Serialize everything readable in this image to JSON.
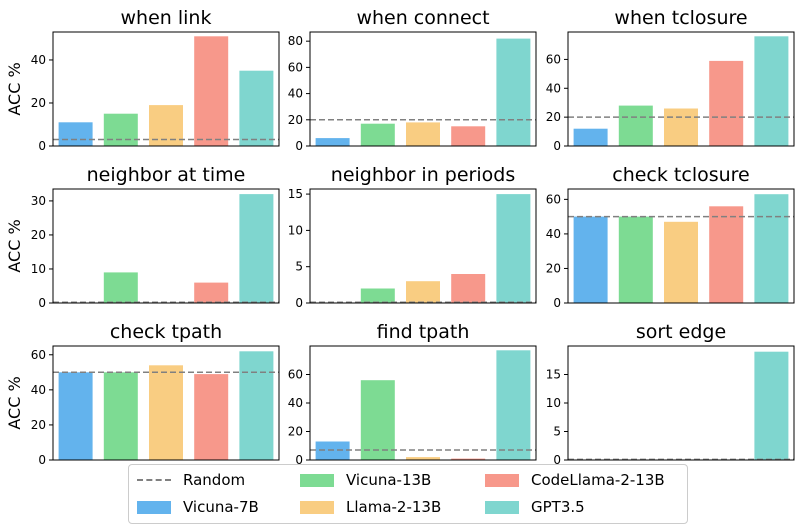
{
  "chart_data": [
    {
      "type": "bar",
      "title": "when link",
      "ylabel": "ACC %",
      "ylim": [
        0,
        53
      ],
      "yticks": [
        0,
        20,
        40
      ],
      "random": 3,
      "categories": [
        "Vicuna-7B",
        "Vicuna-13B",
        "Llama-2-13B",
        "CodeLlama-2-13B",
        "GPT3.5"
      ],
      "values": [
        11,
        15,
        19,
        51,
        35
      ]
    },
    {
      "type": "bar",
      "title": "when connect",
      "ylabel": "",
      "ylim": [
        0,
        87
      ],
      "yticks": [
        0,
        20,
        40,
        60,
        80
      ],
      "random": 20,
      "categories": [
        "Vicuna-7B",
        "Vicuna-13B",
        "Llama-2-13B",
        "CodeLlama-2-13B",
        "GPT3.5"
      ],
      "values": [
        6,
        17,
        18,
        15,
        82
      ]
    },
    {
      "type": "bar",
      "title": "when tclosure",
      "ylabel": "",
      "ylim": [
        0,
        79
      ],
      "yticks": [
        0,
        20,
        40,
        60
      ],
      "random": 20,
      "categories": [
        "Vicuna-7B",
        "Vicuna-13B",
        "Llama-2-13B",
        "CodeLlama-2-13B",
        "GPT3.5"
      ],
      "values": [
        12,
        28,
        26,
        59,
        76
      ]
    },
    {
      "type": "bar",
      "title": "neighbor at time",
      "ylabel": "ACC %",
      "ylim": [
        0,
        33.5
      ],
      "yticks": [
        0,
        10,
        20,
        30
      ],
      "random": 0.2,
      "categories": [
        "Vicuna-7B",
        "Vicuna-13B",
        "Llama-2-13B",
        "CodeLlama-2-13B",
        "GPT3.5"
      ],
      "values": [
        0,
        9,
        0,
        6,
        32
      ]
    },
    {
      "type": "bar",
      "title": "neighbor in periods",
      "ylabel": "",
      "ylim": [
        0,
        15.7
      ],
      "yticks": [
        0,
        5,
        10,
        15
      ],
      "random": 0.1,
      "categories": [
        "Vicuna-7B",
        "Vicuna-13B",
        "Llama-2-13B",
        "CodeLlama-2-13B",
        "GPT3.5"
      ],
      "values": [
        0,
        2,
        3,
        4,
        15
      ]
    },
    {
      "type": "bar",
      "title": "check tclosure",
      "ylabel": "",
      "ylim": [
        0,
        66
      ],
      "yticks": [
        0,
        20,
        40,
        60
      ],
      "random": 50,
      "categories": [
        "Vicuna-7B",
        "Vicuna-13B",
        "Llama-2-13B",
        "CodeLlama-2-13B",
        "GPT3.5"
      ],
      "values": [
        50,
        50,
        47,
        56,
        63
      ]
    },
    {
      "type": "bar",
      "title": "check tpath",
      "ylabel": "ACC %",
      "ylim": [
        0,
        65
      ],
      "yticks": [
        0,
        20,
        40,
        60
      ],
      "random": 50,
      "categories": [
        "Vicuna-7B",
        "Vicuna-13B",
        "Llama-2-13B",
        "CodeLlama-2-13B",
        "GPT3.5"
      ],
      "values": [
        50,
        50,
        54,
        49,
        62
      ]
    },
    {
      "type": "bar",
      "title": "find tpath",
      "ylabel": "",
      "ylim": [
        0,
        80
      ],
      "yticks": [
        0,
        20,
        40,
        60
      ],
      "random": 7,
      "categories": [
        "Vicuna-7B",
        "Vicuna-13B",
        "Llama-2-13B",
        "CodeLlama-2-13B",
        "GPT3.5"
      ],
      "values": [
        13,
        56,
        2,
        1,
        77
      ]
    },
    {
      "type": "bar",
      "title": "sort edge",
      "ylabel": "",
      "ylim": [
        0,
        20
      ],
      "yticks": [
        0,
        5,
        10,
        15
      ],
      "random": 0.1,
      "categories": [
        "Vicuna-7B",
        "Vicuna-13B",
        "Llama-2-13B",
        "CodeLlama-2-13B",
        "GPT3.5"
      ],
      "values": [
        0,
        0,
        0,
        0,
        19
      ]
    }
  ],
  "colors": {
    "Vicuna-7B": "#63b3ed",
    "Vicuna-13B": "#7ddb93",
    "Llama-2-13B": "#f9cd82",
    "CodeLlama-2-13B": "#f7988b",
    "GPT3.5": "#7fd6cf",
    "Random": "#808080"
  },
  "legend": {
    "random_label": "Random",
    "items": [
      "Vicuna-7B",
      "Vicuna-13B",
      "Llama-2-13B",
      "CodeLlama-2-13B",
      "GPT3.5"
    ]
  }
}
